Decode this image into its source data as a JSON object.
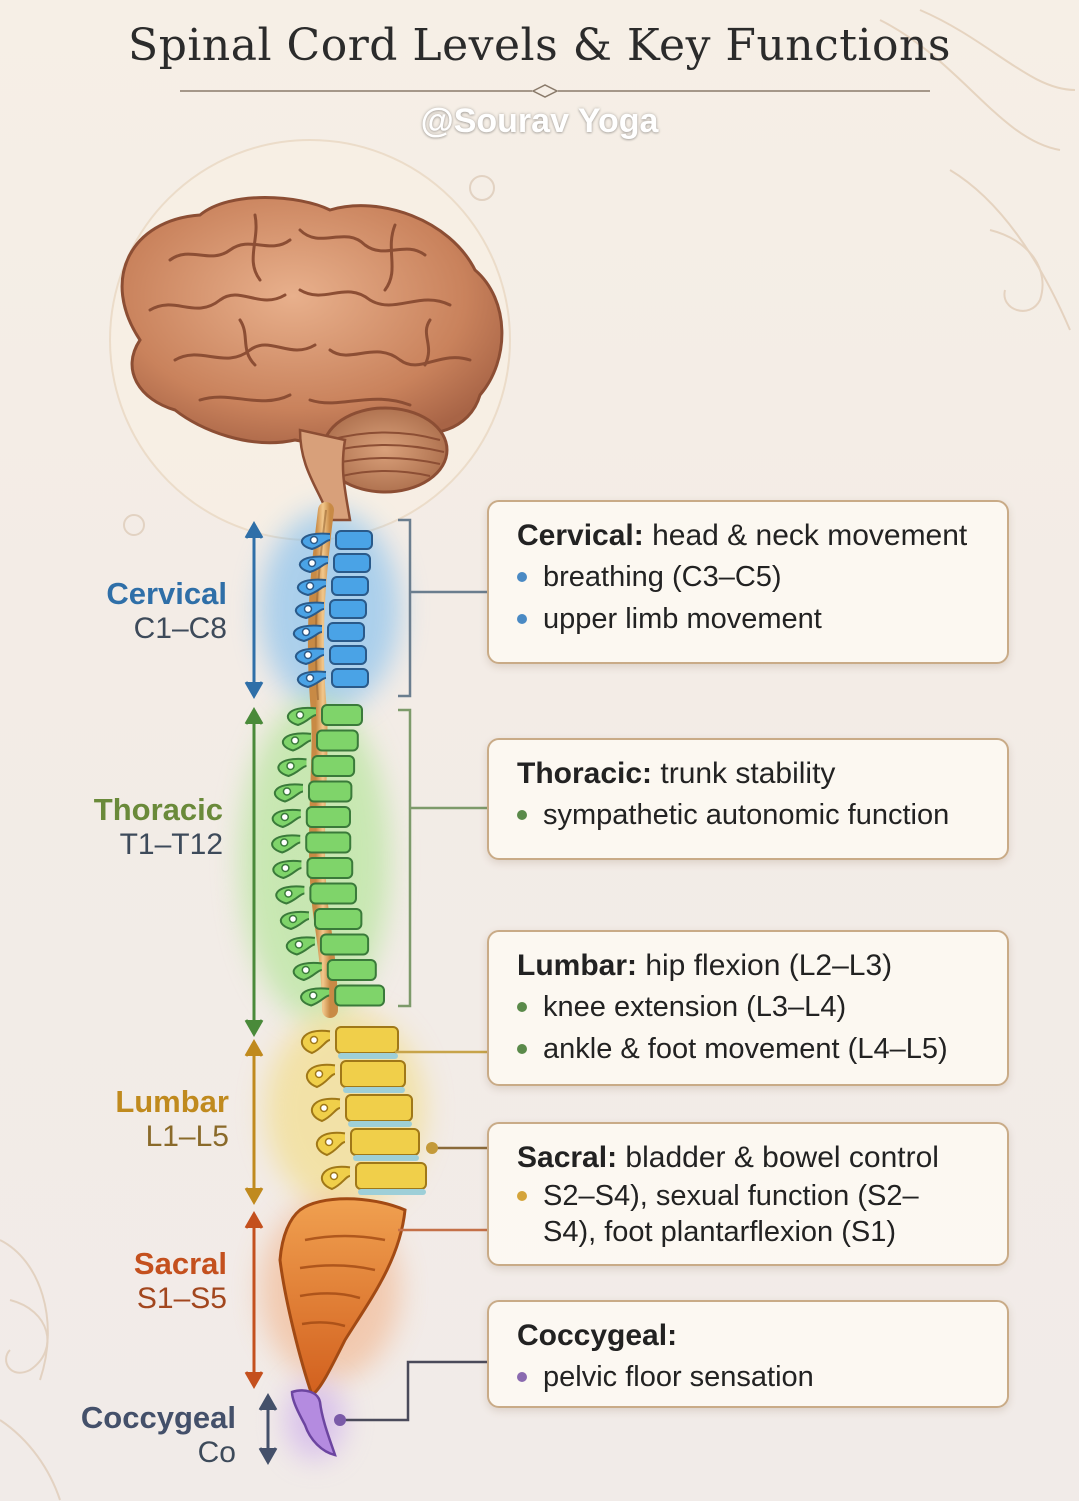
{
  "title": "Spinal Cord Levels & Key Functions",
  "watermark": "@Sourav Yoga",
  "levels": [
    {
      "name": "Cervical",
      "range": "C1–C8",
      "color": "#2f6fa8",
      "fill": "#4aa3e6"
    },
    {
      "name": "Thoracic",
      "range": "T1–T12",
      "color": "#6a8a3a",
      "fill": "#7fd46a"
    },
    {
      "name": "Lumbar",
      "range": "L1–L5",
      "color": "#c08a1e",
      "fill": "#f0cf4a"
    },
    {
      "name": "Sacral",
      "range": "S1–S5",
      "color": "#c4501e",
      "fill": "#ef8a3c"
    },
    {
      "name": "Coccygeal",
      "range": "Co",
      "color": "#44506a",
      "fill": "#b68be0"
    }
  ],
  "functions": {
    "cervical": {
      "label": "Cervical:",
      "text": " head & neck movement",
      "bullets": [
        "breathing (C3–C5)",
        "upper limb movement"
      ]
    },
    "thoracic": {
      "label": "Thoracic:",
      "text": " trunk stability",
      "bullets": [
        "sympathetic autonomic function"
      ]
    },
    "lumbar": {
      "label": "Lumbar:",
      "text": " hip flexion (L2–L3)",
      "bullets": [
        "knee extension (L3–L4)",
        "ankle & foot movement (L4–L5)"
      ]
    },
    "sacral": {
      "label": "Sacral:",
      "text": " bladder & bowel control",
      "bullets": [
        "S2–S4), sexual function (S2–S4), foot plantarflexion (S1)"
      ]
    },
    "coccygeal": {
      "label": "Coccygeal:",
      "text": "",
      "bullets": [
        "pelvic floor sensation"
      ]
    }
  }
}
